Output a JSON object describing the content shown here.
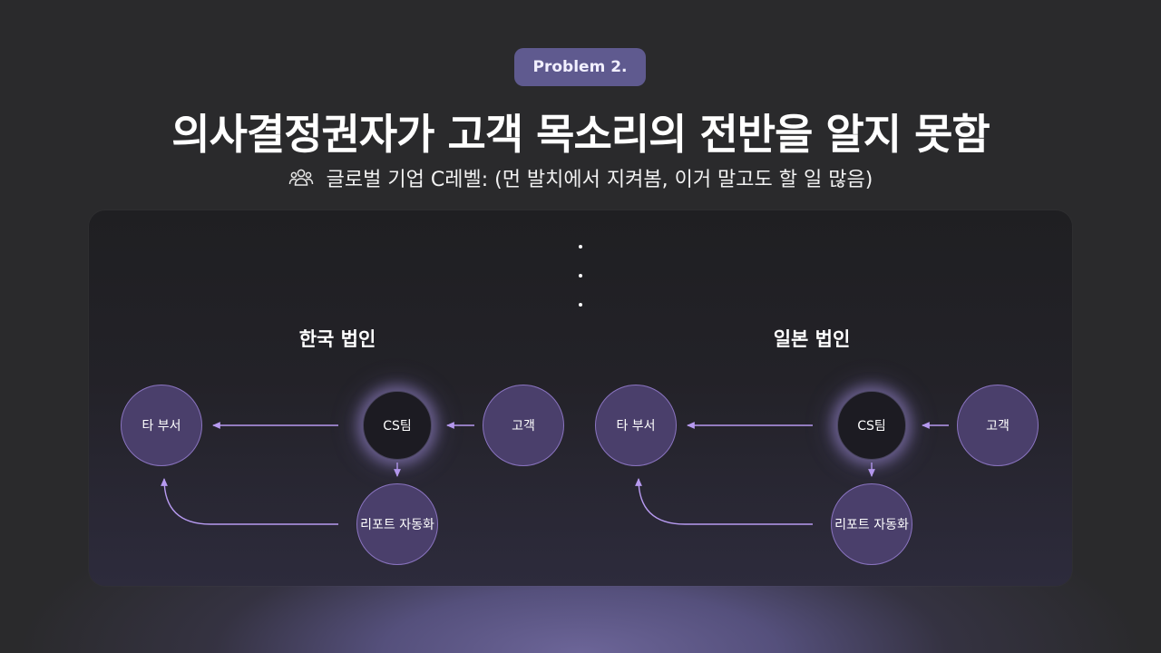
{
  "badge": "Problem 2.",
  "title": "의사결정권자가 고객 목소리의 전반을 알지 못함",
  "subtitle": {
    "icon": "group-users-icon",
    "text": "글로벌 기업 C레벨: (먼 발치에서 지켜봄, 이거 말고도 할 일 많음)"
  },
  "colors": {
    "badge_bg": "#5f5a8f",
    "node_fill": "#4a3f6b",
    "node_border": "#8a74c0",
    "arrow": "#b79af0",
    "cs_glow": "#aa96e6"
  },
  "entities": [
    {
      "name": "한국 법인",
      "nodes": {
        "dept": "타 부서",
        "cs": "CS팀",
        "customer": "고객",
        "report": "리포트 자동화"
      }
    },
    {
      "name": "일본 법인",
      "nodes": {
        "dept": "타 부서",
        "cs": "CS팀",
        "customer": "고객",
        "report": "리포트 자동화"
      }
    }
  ]
}
